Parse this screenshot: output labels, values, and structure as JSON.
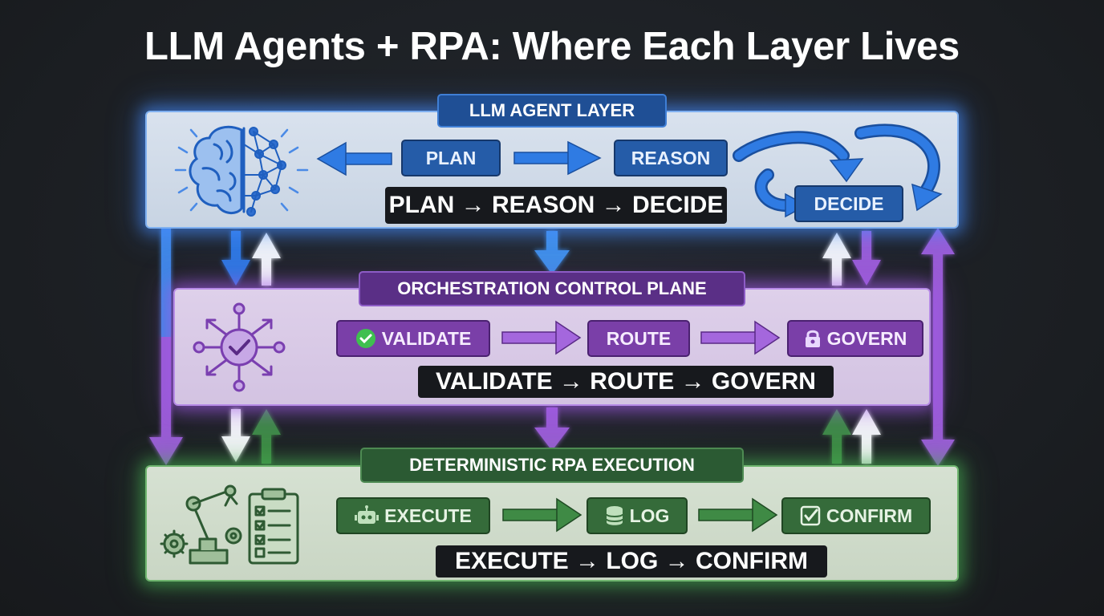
{
  "title": "LLM Agents + RPA: Where Each Layer Lives",
  "colors": {
    "llm": "#2f6fd0",
    "orchestration": "#8f4fc9",
    "rpa": "#3f7f44",
    "background": "#1d2024"
  },
  "layers": {
    "llm": {
      "name": "LLM AGENT LAYER",
      "icon": "brain-neural-network-icon",
      "steps": [
        "PLAN",
        "REASON",
        "DECIDE"
      ],
      "flow": "PLAN → REASON → DECIDE"
    },
    "orchestration": {
      "name": "ORCHESTRATION CONTROL PLANE",
      "icon": "hub-network-check-icon",
      "steps": [
        "VALIDATE",
        "ROUTE",
        "GOVERN"
      ],
      "step_icons": [
        "check-circle-icon",
        "",
        "lock-icon"
      ],
      "flow": "VALIDATE → ROUTE → GOVERN"
    },
    "rpa": {
      "name": "DETERMINISTIC RPA EXECUTION",
      "icon": "robot-arm-checklist-icon",
      "steps": [
        "EXECUTE",
        "LOG",
        "CONFIRM"
      ],
      "step_icons": [
        "robot-icon",
        "database-icon",
        "checkbox-icon"
      ],
      "flow": "EXECUTE → LOG → CONFIRM"
    }
  }
}
